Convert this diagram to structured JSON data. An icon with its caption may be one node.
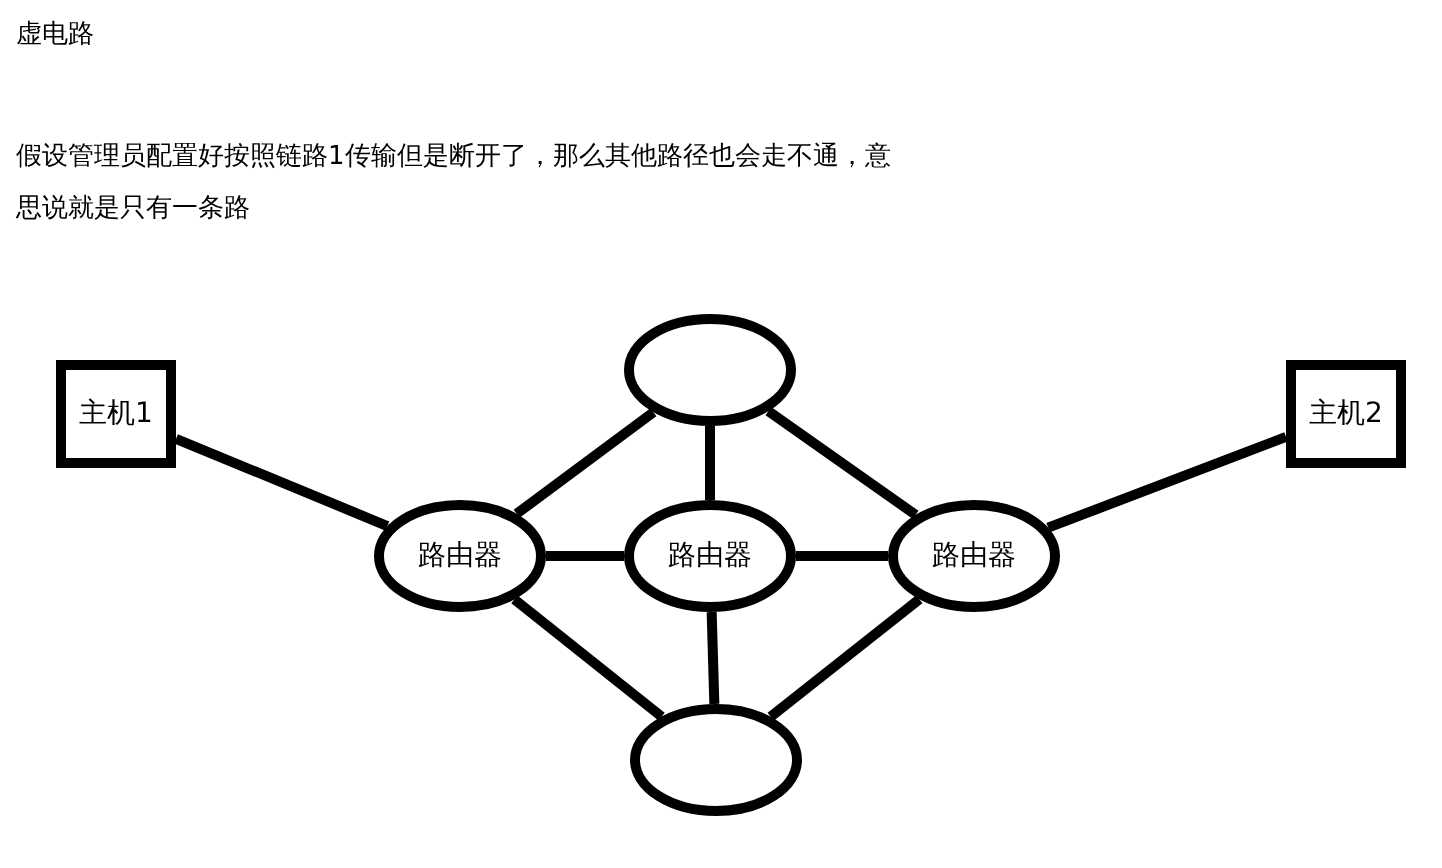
{
  "diagram": {
    "title": "虚电路",
    "labels": [
      "假设管理员配置好按照链路1传输但是断开了，那么其他路径也会走不通，意思说就是只有一条路"
    ],
    "nodes": [
      {
        "text": [
          "主机1"
        ]
      },
      {
        "text": [
          "主机2"
        ]
      },
      {
        "text": [],
        "shape": "ellipse"
      },
      {
        "text": [
          "路由器"
        ]
      },
      {
        "text": [
          "路由器"
        ]
      },
      {
        "text": [
          "路由器"
        ]
      },
      {
        "text": [],
        "shape": "ellipse"
      }
    ],
    "edges": [
      {
        "from": 0,
        "to": 3,
        "arrow": "none"
      },
      {
        "from": 3,
        "to": 4,
        "arrow": "none"
      },
      {
        "from": 4,
        "to": 5,
        "arrow": "none"
      },
      {
        "from": 5,
        "to": 1,
        "arrow": "none"
      },
      {
        "from": 2,
        "to": 3,
        "arrow": "none"
      },
      {
        "from": 2,
        "to": 4,
        "arrow": "none"
      },
      {
        "from": 2,
        "to": 5,
        "arrow": "none"
      },
      {
        "from": 3,
        "to": 6,
        "arrow": "none"
      },
      {
        "from": 4,
        "to": 6,
        "arrow": "none"
      },
      {
        "from": 5,
        "to": 6,
        "arrow": "none"
      }
    ]
  }
}
